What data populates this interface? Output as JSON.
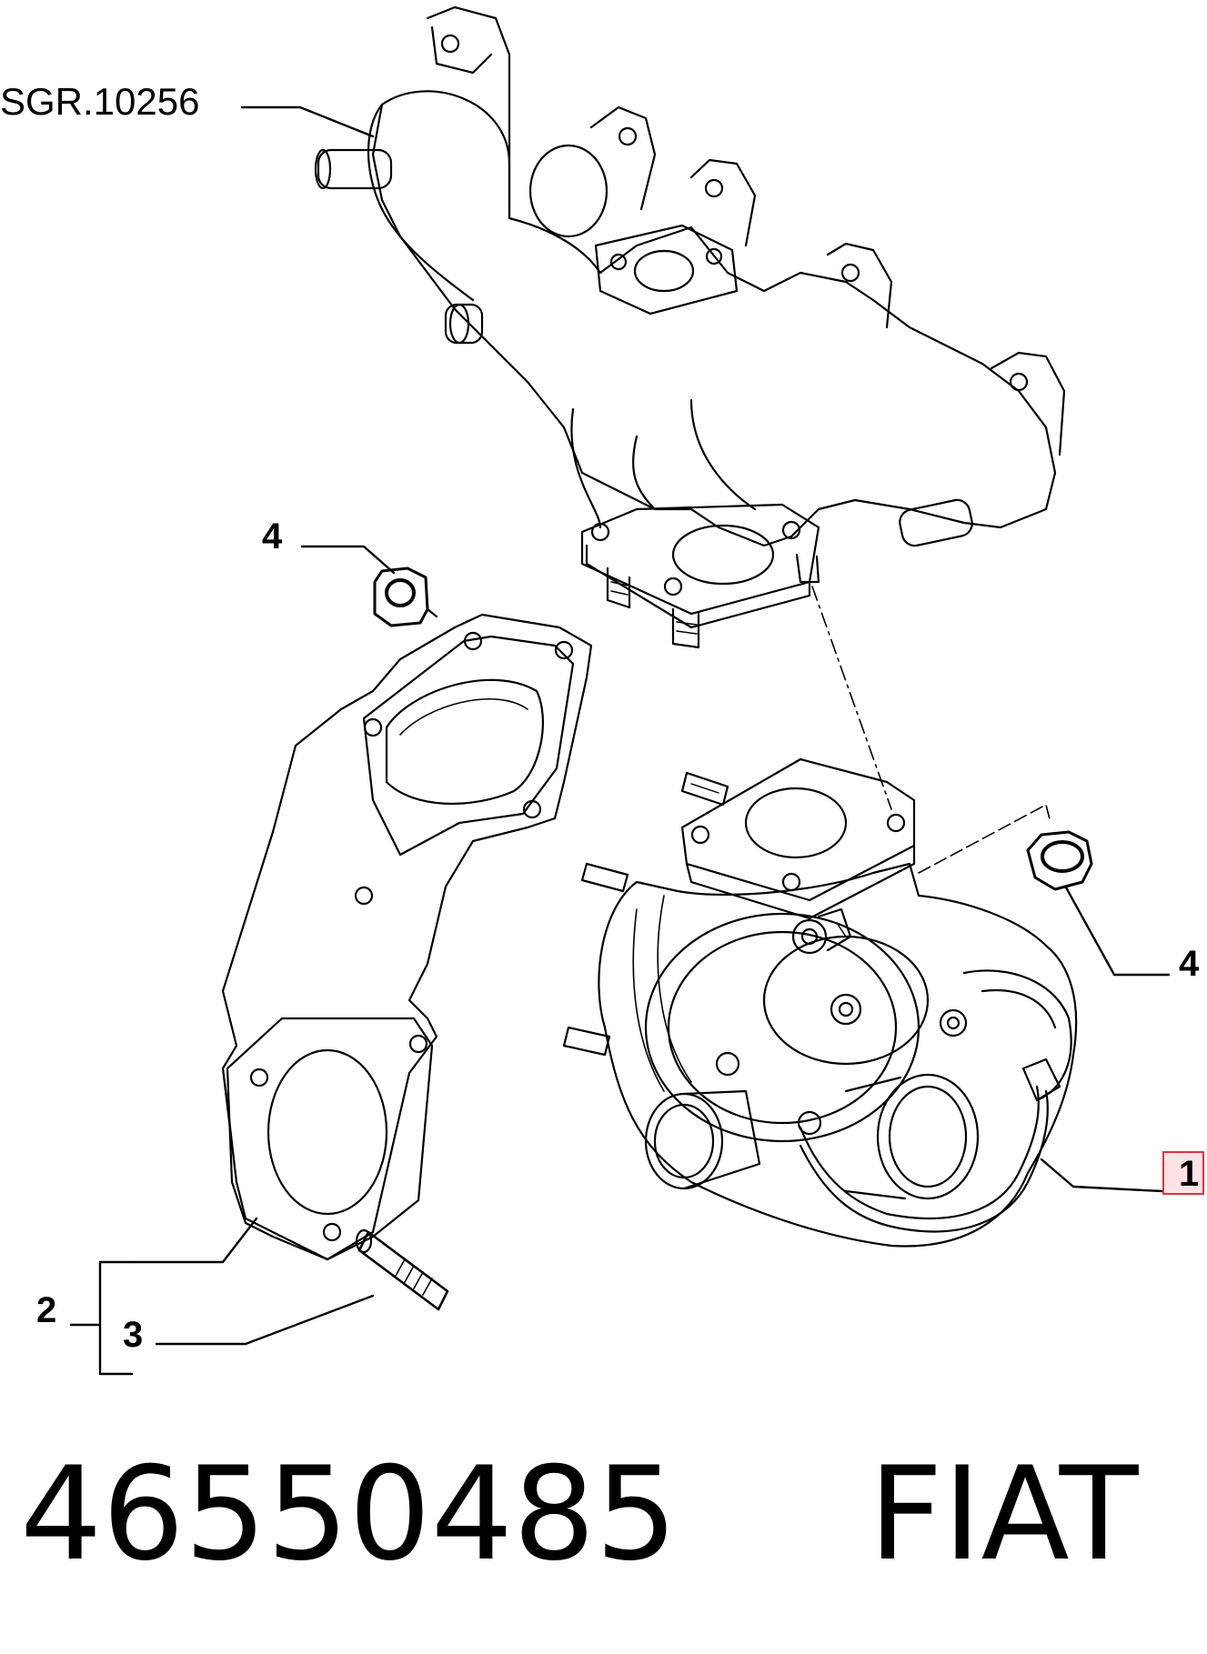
{
  "reference": {
    "text": "SGR.10256"
  },
  "callouts": [
    {
      "id": "1",
      "text": "1",
      "highlighted": true
    },
    {
      "id": "2",
      "text": "2"
    },
    {
      "id": "3",
      "text": "3"
    },
    {
      "id": "4a",
      "text": "4"
    },
    {
      "id": "4b",
      "text": "4"
    }
  ],
  "footer": {
    "part_number": "46550485",
    "brand": "FIAT"
  },
  "colors": {
    "highlight_border": "#e0323e",
    "highlight_fill": "#fde3e6",
    "ink": "#000000"
  }
}
